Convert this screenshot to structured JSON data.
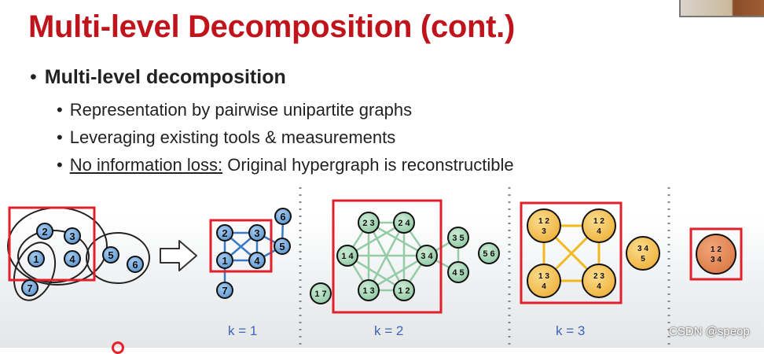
{
  "slide": {
    "title": "Multi-level Decomposition (cont.)",
    "main_bullet": "Multi-level decomposition",
    "sub_bullets": [
      "Representation by pairwise unipartite graphs",
      "Leveraging existing tools & measurements",
      {
        "underlined": "No information loss:",
        "rest": " Original hypergraph is reconstructible"
      }
    ],
    "bullet_glyph": "•"
  },
  "diagram": {
    "hypergraph_nodes": [
      "2",
      "3",
      "1",
      "4",
      "5",
      "6",
      "7"
    ],
    "arrow_icon": "right-arrow-outline-icon",
    "k1": {
      "label": "k = 1",
      "nodes": [
        "2",
        "3",
        "1",
        "4",
        "6",
        "5",
        "7"
      ]
    },
    "k2": {
      "label": "k = 2",
      "nodes": [
        "2 3",
        "2 4",
        "1 4",
        "3 4",
        "1 3",
        "1 2",
        "3 5",
        "4 5",
        "5 6",
        "1 7"
      ]
    },
    "k3": {
      "label": "k = 3",
      "nodes": [
        [
          "1 2",
          "3"
        ],
        [
          "1 2",
          "4"
        ],
        [
          "1 3",
          "4"
        ],
        [
          "2 3",
          "4"
        ],
        [
          "3 4",
          "5"
        ]
      ]
    },
    "k4": {
      "nodes": [
        [
          "1 2",
          "3 4"
        ]
      ]
    },
    "colors": {
      "title_red": "#c0141c",
      "k1_node": "#6fa8dc",
      "k2_node": "#a9d8b8",
      "k2_edge": "#8fcaa2",
      "k3_node": "#f6c55a",
      "k3_edge": "#f2b81e",
      "k4_node": "#e58a55",
      "highlight_box": "#e0202a",
      "k_label": "#3a66b8"
    }
  },
  "watermark": "CSDN @speop"
}
